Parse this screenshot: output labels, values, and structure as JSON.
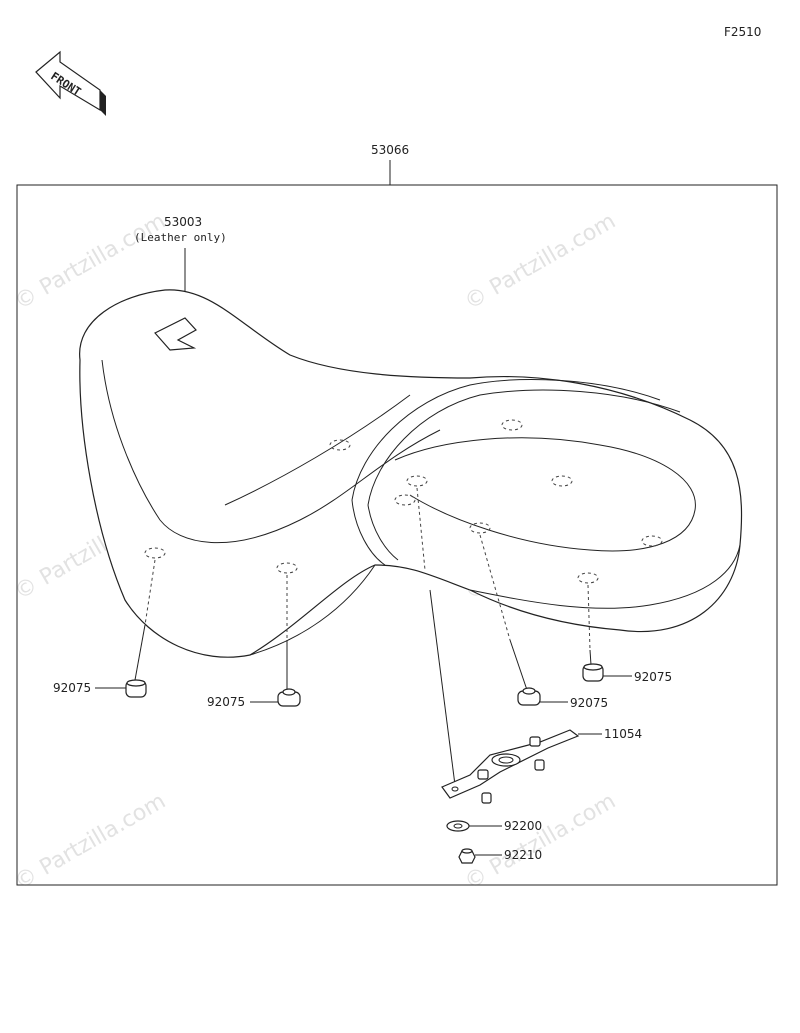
{
  "figure_code": "F2510",
  "front_label": "FRONT",
  "watermark": "© Partzilla.com",
  "assembly": {
    "part_no": "53066"
  },
  "callouts": [
    {
      "id": "cover",
      "part_no": "53003",
      "note": "(Leather only)"
    },
    {
      "id": "damper-a",
      "part_no": "92075"
    },
    {
      "id": "damper-b",
      "part_no": "92075"
    },
    {
      "id": "damper-c",
      "part_no": "92075"
    },
    {
      "id": "damper-d",
      "part_no": "92075"
    },
    {
      "id": "bracket",
      "part_no": "11054"
    },
    {
      "id": "washer",
      "part_no": "92200"
    },
    {
      "id": "nut",
      "part_no": "92210"
    }
  ]
}
